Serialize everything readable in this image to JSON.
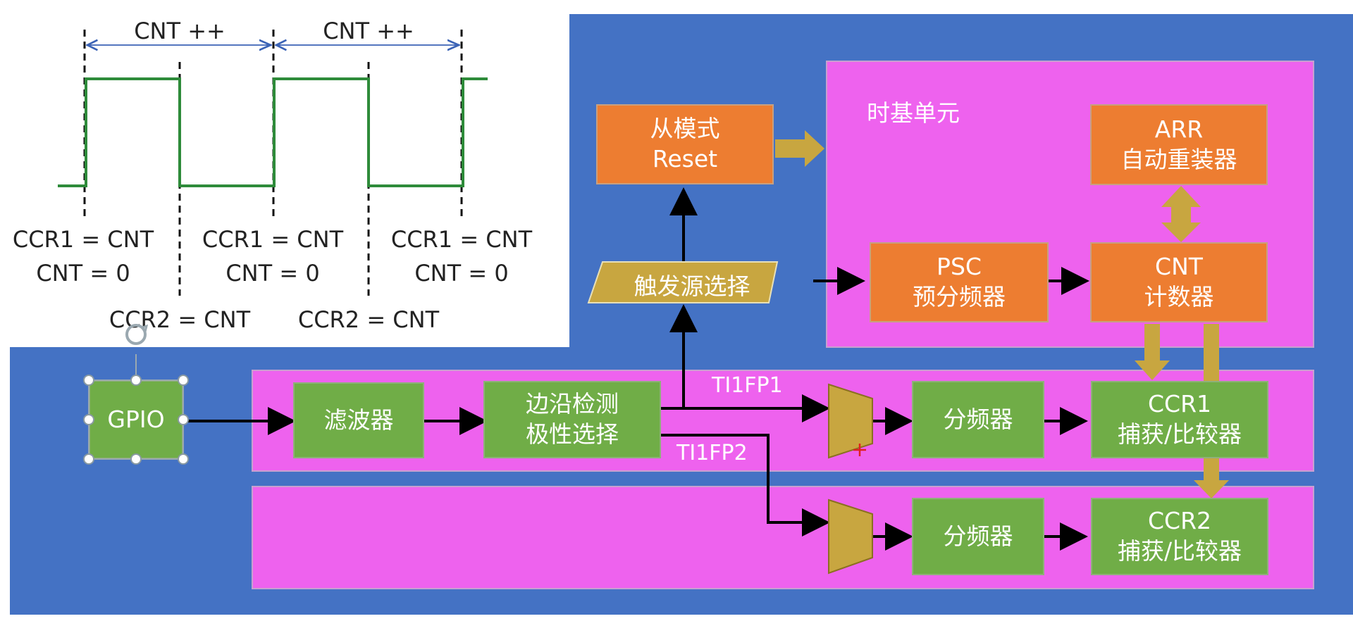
{
  "colors": {
    "panel_blue": "#4472c4",
    "region_pink": "#ee62ee",
    "box_orange": "#ed7d31",
    "box_green": "#70ad47",
    "mux_olive": "#c8a640",
    "wave_green": "#2e8b3a"
  },
  "timing": {
    "cnt_inc_1": "CNT ++",
    "cnt_inc_2": "CNT ++",
    "reset_labels": [
      {
        "line1": "CCR1 = CNT",
        "line2": "CNT = 0"
      },
      {
        "line1": "CCR1 = CNT",
        "line2": "CNT = 0"
      },
      {
        "line1": "CCR1 = CNT",
        "line2": "CNT = 0"
      }
    ],
    "ccr2_labels": [
      "CCR2 = CNT",
      "CCR2 = CNT"
    ]
  },
  "diagram": {
    "timebase_title": "时基单元",
    "slave_mode": {
      "line1": "从模式",
      "line2": "Reset"
    },
    "trigger_select": "触发源选择",
    "arr": {
      "line1": "ARR",
      "line2": "自动重装器"
    },
    "psc": {
      "line1": "PSC",
      "line2": "预分频器"
    },
    "cnt": {
      "line1": "CNT",
      "line2": "计数器"
    },
    "gpio": "GPIO",
    "filter": "滤波器",
    "edge_detect": {
      "line1": "边沿检测",
      "line2": "极性选择"
    },
    "ti1fp1": "TI1FP1",
    "ti1fp2": "TI1FP2",
    "prescaler_1": "分频器",
    "prescaler_2": "分频器",
    "ccr1": {
      "line1": "CCR1",
      "line2": "捕获/比较器"
    },
    "ccr2": {
      "line1": "CCR2",
      "line2": "捕获/比较器"
    }
  }
}
